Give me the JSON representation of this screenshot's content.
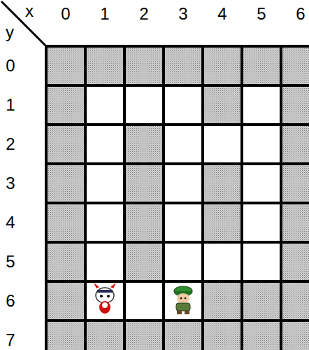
{
  "diagram": {
    "labels": [
      "x",
      "y",
      "0",
      "1",
      "2",
      "3",
      "4",
      "5",
      "6",
      "0",
      "1",
      "2",
      "3",
      "4",
      "5",
      "6",
      "7"
    ]
  }
}
